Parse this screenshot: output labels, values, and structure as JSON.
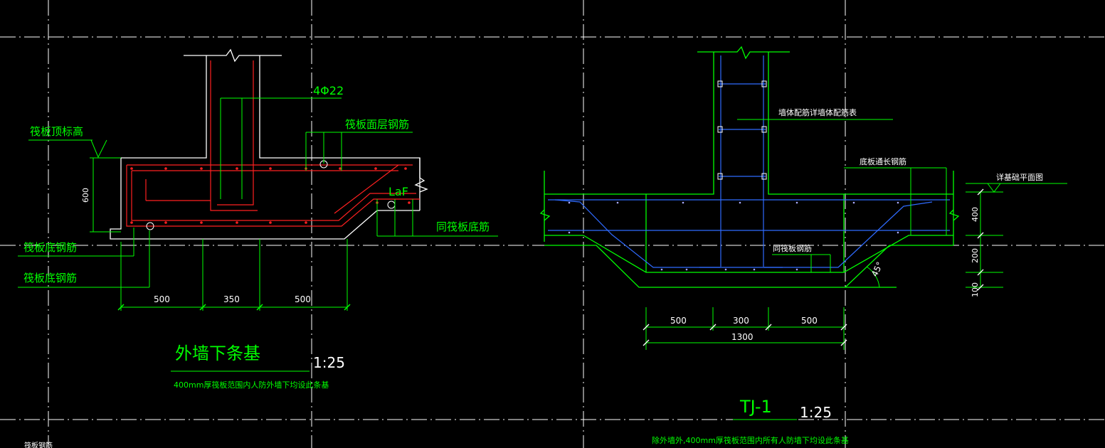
{
  "colors": {
    "background": "#000000",
    "concrete_outline": "#ffffff",
    "dimension": "#00ff00",
    "rebar_red": "#ff2020",
    "rebar_blue": "#2f6bff",
    "grid_dashdot": "#ffffff"
  },
  "left_detail": {
    "label_top_elev": "筏板顶标高",
    "label_dim_600": "600",
    "label_bar_4phi22": "4Φ22",
    "label_top_rebar": "筏板面层钢筋",
    "label_laf": "LaF",
    "label_same_bottom": "同筏板底筋",
    "label_bottom_rebar_1": "筏板底钢筋",
    "label_bottom_rebar_2": "筏板底钢筋",
    "dim_500_left": "500",
    "dim_350": "350",
    "dim_500_right": "500",
    "title": "外墙下条基",
    "scale": "1:25",
    "note": "400mm厚筏板范围内人防外墙下均设此条基",
    "corner_text": "筏板钢筋"
  },
  "right_detail": {
    "label_wall_rebar": "墙体配筋详墙体配筋表",
    "label_bottom_long": "底板通长钢筋",
    "label_foundation_plan": "详基础平面图",
    "label_same_slab": "同筏板钢筋",
    "label_angle": "45°",
    "dim_400": "400",
    "dim_200": "200",
    "dim_100": "100",
    "dim_500_left": "500",
    "dim_300": "300",
    "dim_500_right": "500",
    "dim_total": "1300",
    "title": "TJ-1",
    "scale": "1:25",
    "note": "除外墙外,400mm厚筏板范围内所有人防墙下均设此条基"
  }
}
